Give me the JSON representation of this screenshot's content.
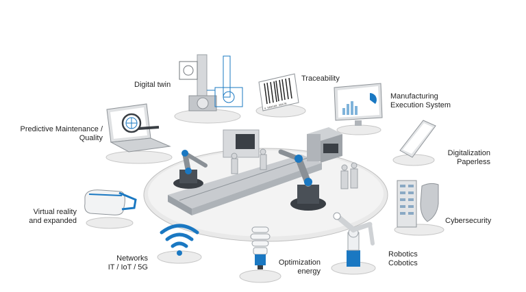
{
  "labels": {
    "digital_twin": "Digital twin",
    "traceability": "Traceability",
    "mes_line1": "Manufacturing",
    "mes_line2": "Execution System",
    "predictive_line1": "Predictive Maintenance /",
    "predictive_line2": "Quality",
    "digitalization_line1": "Digitalization",
    "digitalization_line2": "Paperless",
    "vr_line1": "Virtual reality",
    "vr_line2": "and expanded",
    "cybersecurity": "Cybersecurity",
    "networks_line1": "Networks",
    "networks_line2": "IT / IoT / 5G",
    "optimization_line1": "Optimization",
    "optimization_line2": "energy",
    "robotics_line1": "Robotics",
    "robotics_line2": "Cobotics"
  },
  "barcode_text": "4 960168 39678",
  "colors": {
    "accent": "#1a78c2",
    "platform": "#e7e7e7",
    "shadow": "#d0d0d0",
    "dark": "#3a3f45"
  }
}
